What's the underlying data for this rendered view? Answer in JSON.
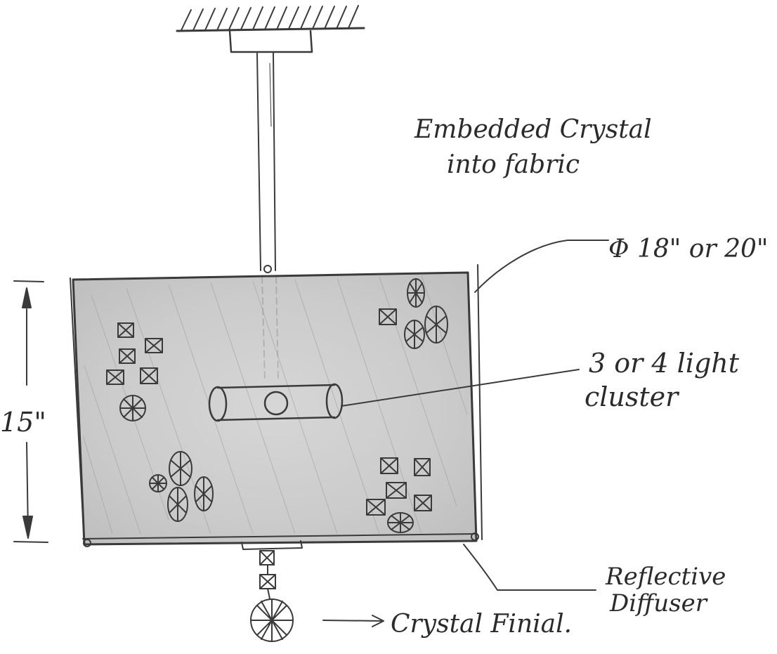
{
  "labels": {
    "embedded_line1": "Embedded Crystal",
    "embedded_line2": "into fabric",
    "diameter": "Φ 18\" or 20\"",
    "light_line1": "3 or 4 light",
    "light_line2": "cluster",
    "height": "15\"",
    "diffuser_line1": "Reflective",
    "diffuser_line2": "Diffuser",
    "finial": "Crystal Finial."
  }
}
